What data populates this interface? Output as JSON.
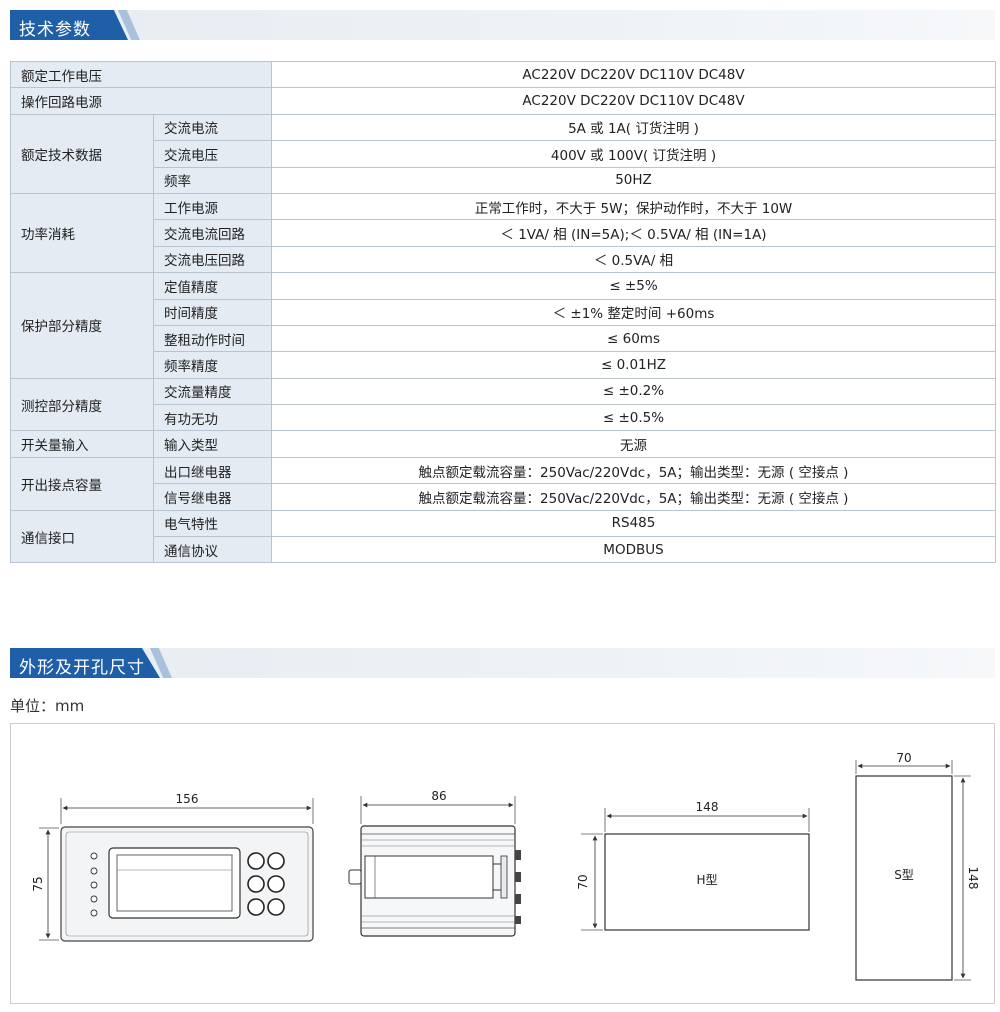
{
  "sections": {
    "tech": "技术参数",
    "shape": "外形及开孔尺寸"
  },
  "table": {
    "rows": [
      {
        "group": "额定工作电压",
        "sub": "",
        "value": "AC220V DC220V DC110V DC48V"
      },
      {
        "group": "操作回路电源",
        "sub": "",
        "value": "AC220V DC220V DC110V DC48V"
      },
      {
        "group": "额定技术数据",
        "sub": "交流电流",
        "value": "5A 或 1A( 订货注明 )"
      },
      {
        "group": "",
        "sub": "交流电压",
        "value": "400V 或 100V( 订货注明 )"
      },
      {
        "group": "",
        "sub": "频率",
        "value": "50HZ"
      },
      {
        "group": "功率消耗",
        "sub": "工作电源",
        "value": "正常工作时，不大于 5W；保护动作时，不大于 10W"
      },
      {
        "group": "",
        "sub": "交流电流回路",
        "value": "＜ 1VA/ 相 (IN=5A);＜ 0.5VA/ 相 (IN=1A)"
      },
      {
        "group": "",
        "sub": "交流电压回路",
        "value": "＜ 0.5VA/ 相"
      },
      {
        "group": "保护部分精度",
        "sub": "定值精度",
        "value": "≤ ±5%"
      },
      {
        "group": "",
        "sub": "时间精度",
        "value": "＜ ±1% 整定时间 +60ms"
      },
      {
        "group": "",
        "sub": "整租动作时间",
        "value": "≤ 60ms"
      },
      {
        "group": "",
        "sub": "频率精度",
        "value": "≤ 0.01HZ"
      },
      {
        "group": "测控部分精度",
        "sub": "交流量精度",
        "value": "≤ ±0.2%"
      },
      {
        "group": "",
        "sub": "有功无功",
        "value": "≤ ±0.5%"
      },
      {
        "group": "开关量输入",
        "sub": "输入类型",
        "value": "无源"
      },
      {
        "group": "开出接点容量",
        "sub": "出口继电器",
        "value": "触点额定载流容量：250Vac/220Vdc，5A；输出类型：无源 ( 空接点 )"
      },
      {
        "group": "",
        "sub": "信号继电器",
        "value": "触点额定载流容量：250Vac/220Vdc，5A；输出类型：无源 ( 空接点 )"
      },
      {
        "group": "通信接口",
        "sub": "电气特性",
        "value": "RS485"
      },
      {
        "group": "",
        "sub": "通信协议",
        "value": "MODBUS"
      }
    ]
  },
  "unit_label": "单位：mm",
  "drawings": {
    "front_width": "156",
    "front_height": "75",
    "side_width": "86",
    "h_width": "148",
    "h_height": "70",
    "h_label": "H型",
    "s_width": "70",
    "s_height": "148",
    "s_label": "S型"
  },
  "colors": {
    "header_blue": "#1f5fa7",
    "cell_bg": "#e4ebf3",
    "border": "#b9c4d0"
  }
}
